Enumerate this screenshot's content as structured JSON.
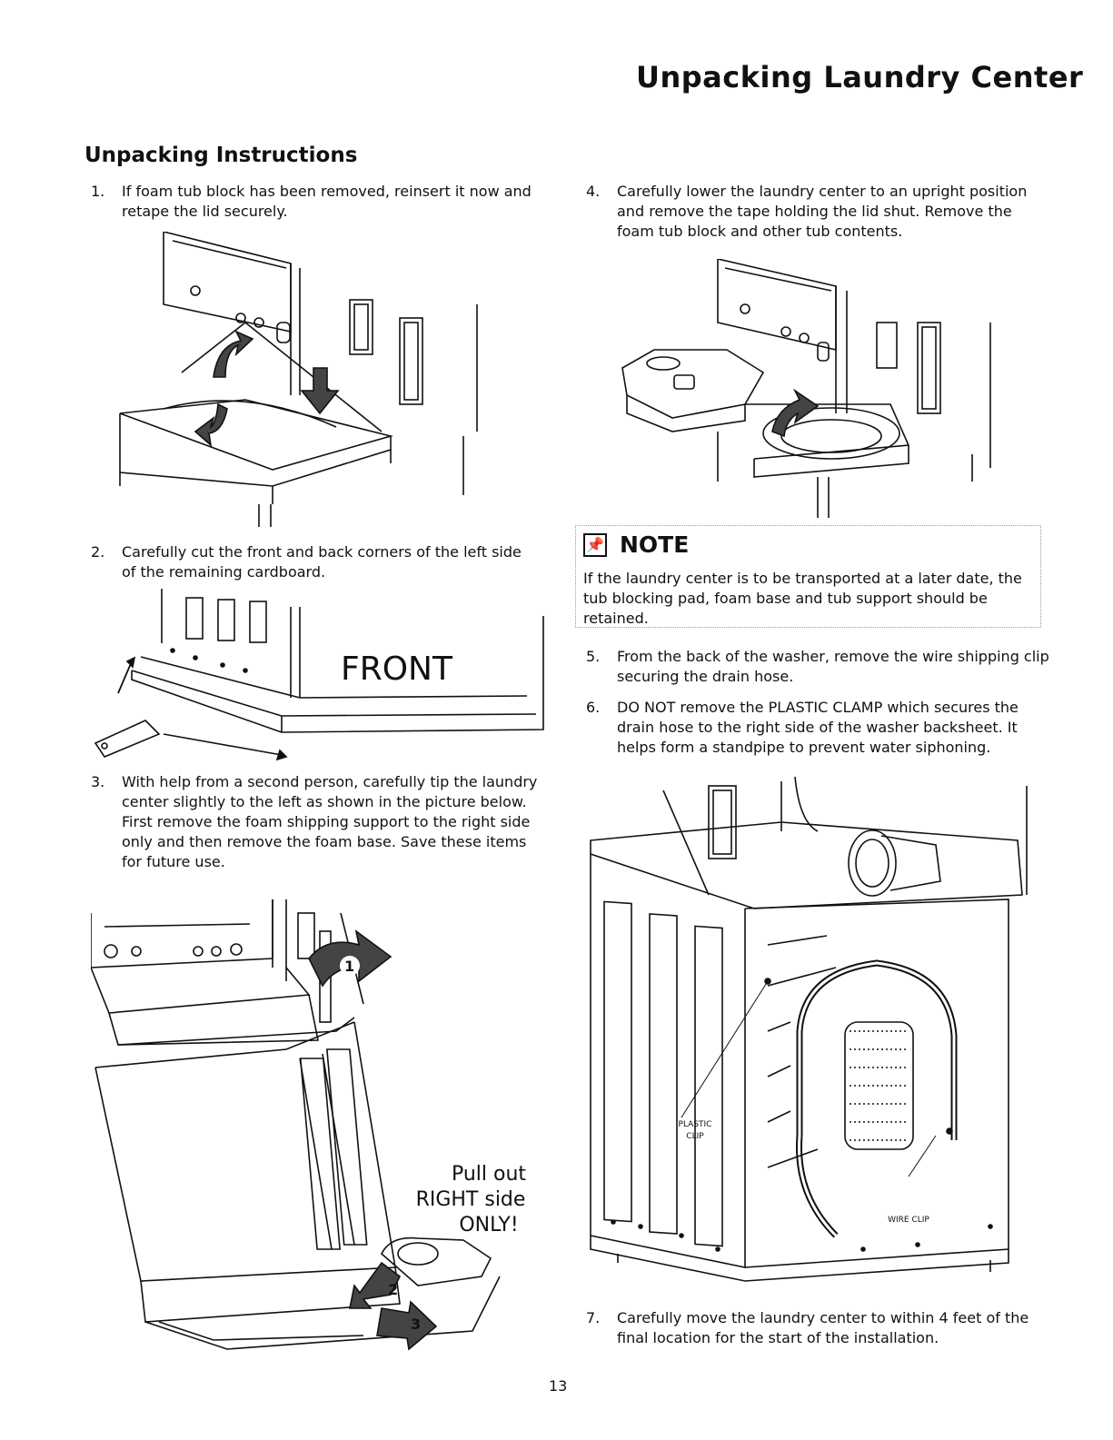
{
  "header": {
    "title": "Unpacking Laundry Center"
  },
  "section": {
    "title": "Unpacking Instructions"
  },
  "steps": [
    {
      "num": "1.",
      "text": "If foam tub block has been removed, reinsert it now and retape the lid securely."
    },
    {
      "num": "2.",
      "text": "Carefully cut the front and back corners of the left side of the remaining cardboard."
    },
    {
      "num": "3.",
      "text": "With help from a second person, carefully tip the laundry center slightly to the left as shown in the picture below. First remove the foam shipping support to the right side only and then remove the foam base. Save these items for future use."
    },
    {
      "num": "4.",
      "text": "Carefully lower the laundry center to an upright position and remove the tape holding the lid shut. Remove the foam tub block and other tub contents."
    },
    {
      "num": "5.",
      "text": "From the back of the washer, remove the wire shipping clip securing the drain hose."
    },
    {
      "num": "6.",
      "text": "DO NOT remove the PLASTIC CLAMP which secures the drain hose to the right side of the washer backsheet. It helps form a standpipe to prevent water siphoning."
    },
    {
      "num": "7.",
      "text": "Carefully move the laundry center to within 4 feet of the final location for the start of the installation."
    }
  ],
  "note": {
    "heading": "NOTE",
    "icon": "pushpin-icon",
    "text": "If the laundry center is to be transported at a later date, the tub blocking pad, foam base and tub support should be retained."
  },
  "figures": {
    "fig2_label": "FRONT",
    "fig3_callout_line1": "Pull out",
    "fig3_callout_line2": "RIGHT side",
    "fig3_callout_line3": "ONLY!",
    "fig3_badge1": "1",
    "fig3_badge2": "2",
    "fig3_badge3": "3",
    "fig6_label_plastic_line1": "PLASTIC",
    "fig6_label_plastic_line2": "CLIP",
    "fig6_label_wire": "WIRE CLIP"
  },
  "footer": {
    "page_number": "13"
  }
}
